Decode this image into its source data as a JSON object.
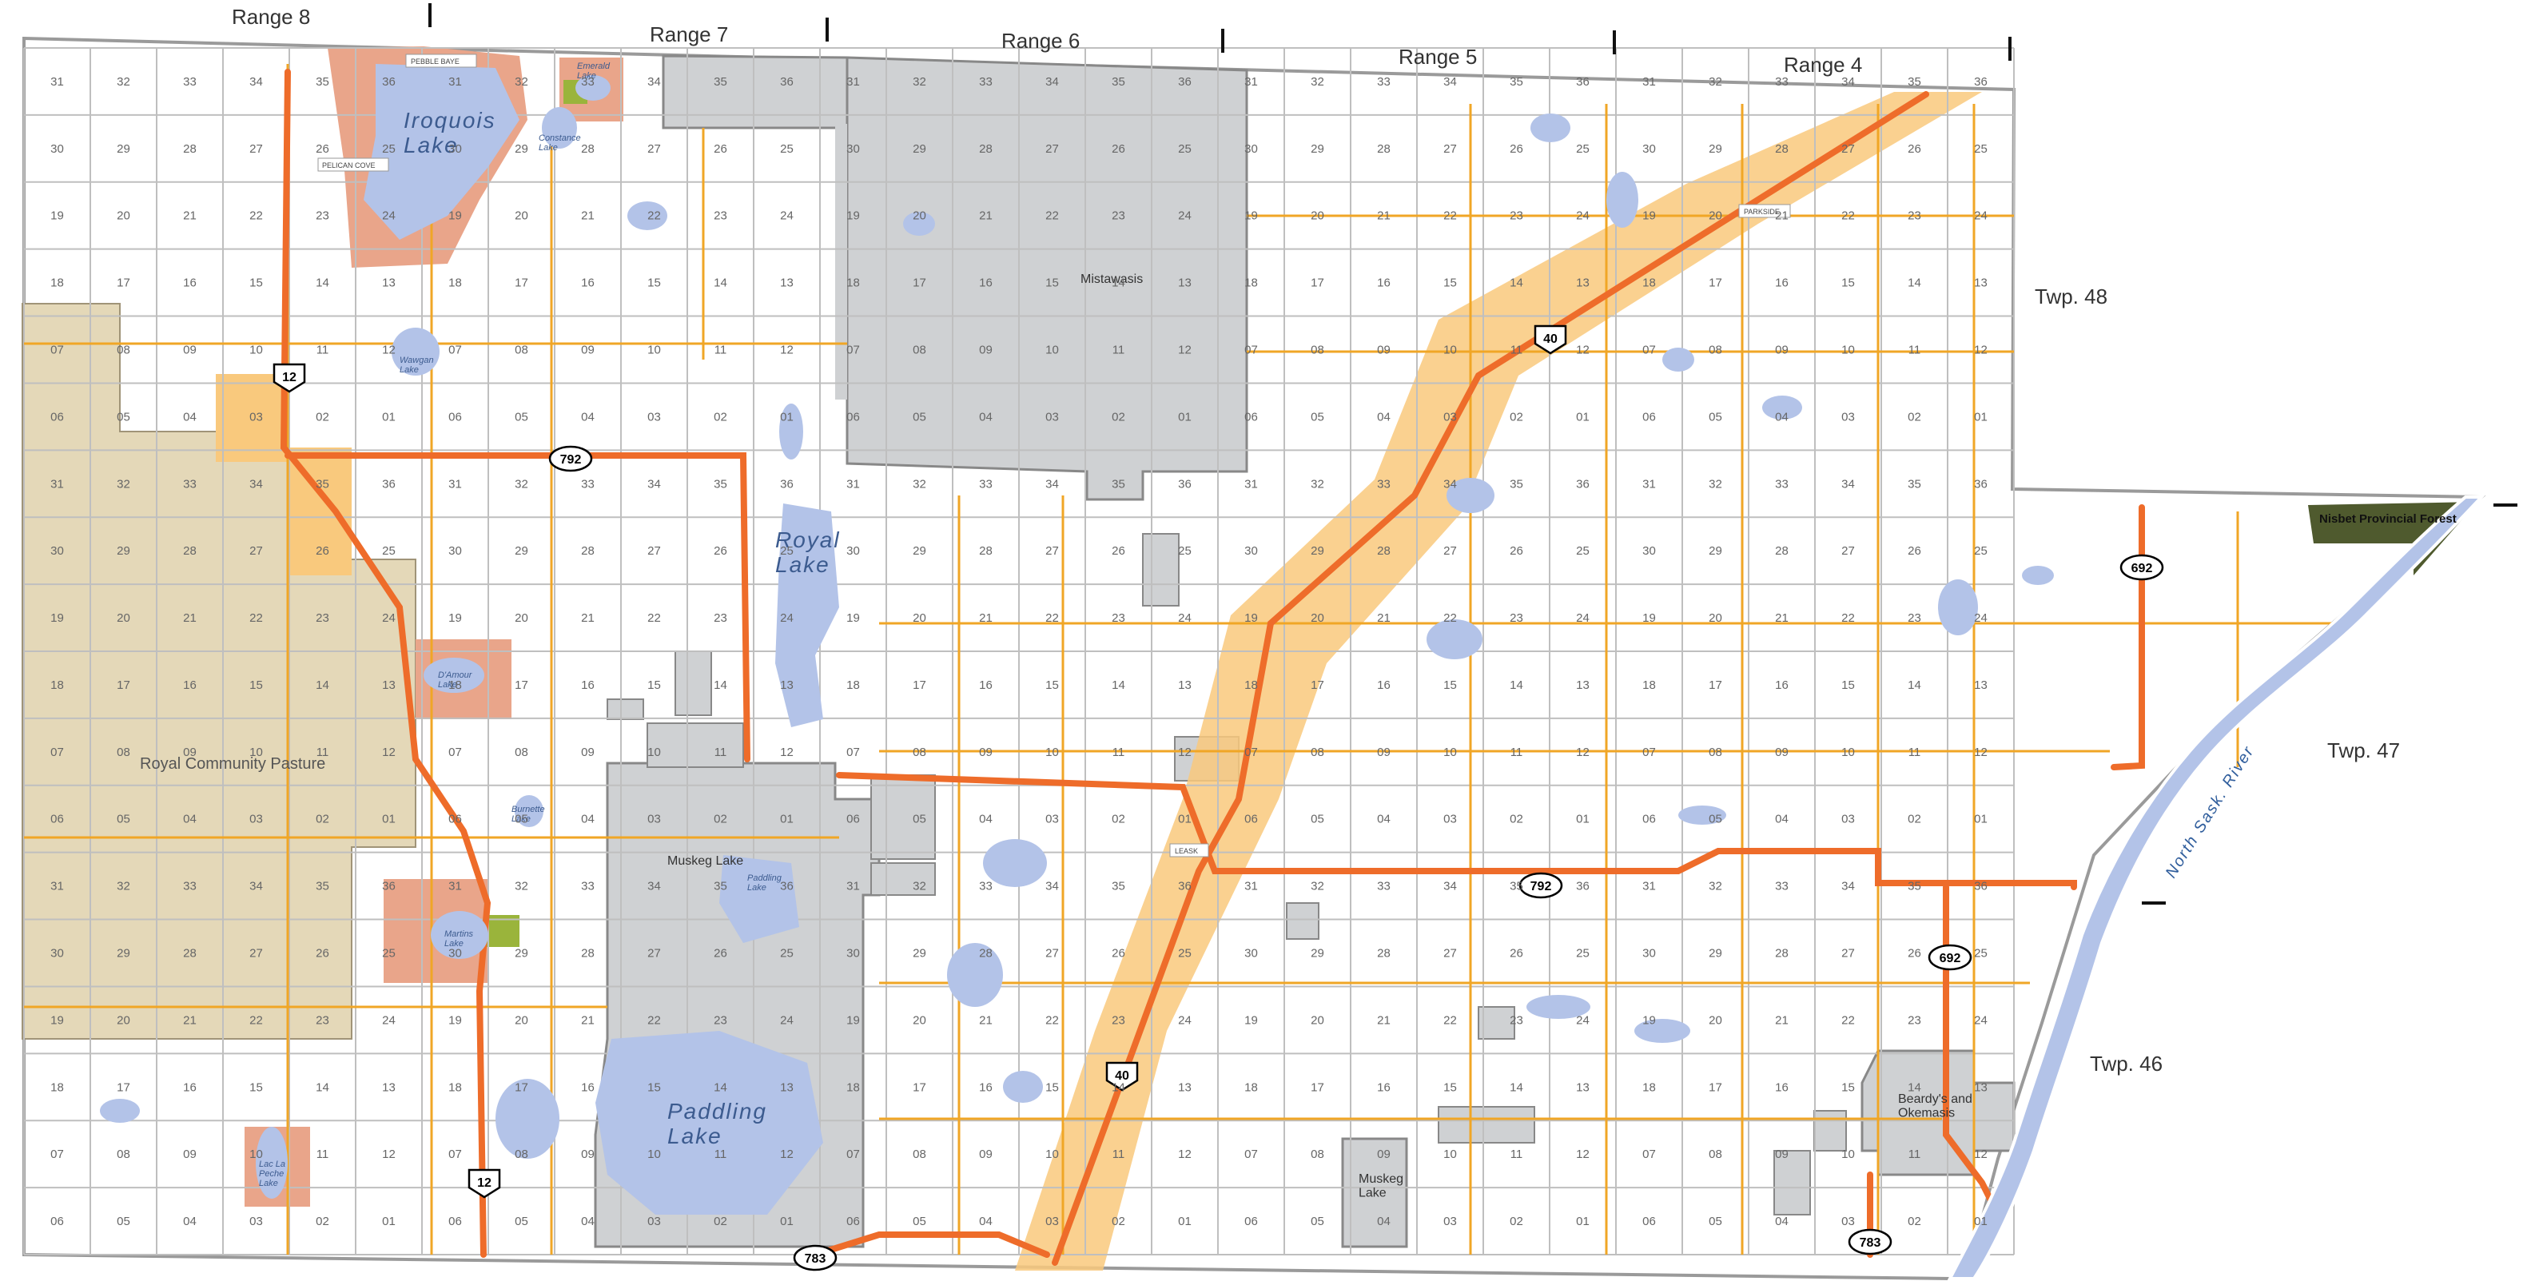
{
  "map": {
    "ranges": [
      "Range 8",
      "Range 7",
      "Range 6",
      "Range 5",
      "Range 4"
    ],
    "townships": [
      "Twp. 48",
      "Twp. 47",
      "Twp. 46"
    ],
    "areas": {
      "mistawasis": "Mistawasis",
      "muskeg_lake_north": "Muskeg Lake",
      "muskeg_lake_south": "Muskeg\nLake",
      "beardys": "Beardy's and\nOkemasis",
      "royal_pasture": "Royal Community Pasture",
      "nisbet": "Nisbet Provincial Forest"
    },
    "lakes": {
      "iroquois": "Iroquois\nLake",
      "royal": "Royal\nLake",
      "paddling_large": "Paddling\nLake",
      "paddling_small": "Paddling\nLake",
      "damour": "D'Amour\nLake",
      "martins": "Martins\nLake",
      "emerald": "Emerald\nLake",
      "constance": "Constance\nLake",
      "wawgan": "Wawgan\nLake",
      "burnette": "Burnette\nLake",
      "la_peche": "Lac La\nPeche\nLake"
    },
    "towns": {
      "pebble_baye": "PEBBLE BAYE",
      "pelican_cove": "PELICAN COVE",
      "parkside": "PARKSIDE",
      "leask": "LEASK"
    },
    "river": "North Sask. River",
    "highways": [
      {
        "id": "12",
        "label": "12",
        "shape": "shield"
      },
      {
        "id": "12b",
        "label": "12",
        "shape": "shield"
      },
      {
        "id": "40",
        "label": "40",
        "shape": "shield"
      },
      {
        "id": "40b",
        "label": "40",
        "shape": "shield"
      },
      {
        "id": "792",
        "label": "792",
        "shape": "oval"
      },
      {
        "id": "792b",
        "label": "792",
        "shape": "oval"
      },
      {
        "id": "692",
        "label": "692",
        "shape": "oval"
      },
      {
        "id": "692b",
        "label": "692",
        "shape": "oval"
      },
      {
        "id": "783",
        "label": "783",
        "shape": "oval"
      },
      {
        "id": "783b",
        "label": "783",
        "shape": "oval"
      }
    ],
    "sections": {
      "row_top": [
        "31",
        "32",
        "33",
        "34",
        "35",
        "36"
      ],
      "row_2": [
        "30",
        "29",
        "28",
        "27",
        "26",
        "25"
      ],
      "row_3": [
        "19",
        "20",
        "21",
        "22",
        "23",
        "24"
      ],
      "row_4": [
        "18",
        "17",
        "16",
        "15",
        "14",
        "13"
      ],
      "row_5": [
        "07",
        "08",
        "09",
        "10",
        "11",
        "12"
      ],
      "row_6": [
        "06",
        "05",
        "04",
        "03",
        "02",
        "01"
      ]
    },
    "colors": {
      "water": "#b3c3e8",
      "reserve": "#cfd1d3",
      "pasture": "#e4d8b8",
      "corridor": "#f9c97d",
      "hwy_primary": "#ee6c2a",
      "grid_road": "#f0a626",
      "section": "#bfbfbf",
      "park": "#e9a58a",
      "forest": "#4f5a2e",
      "green": "#9ab43b"
    }
  }
}
